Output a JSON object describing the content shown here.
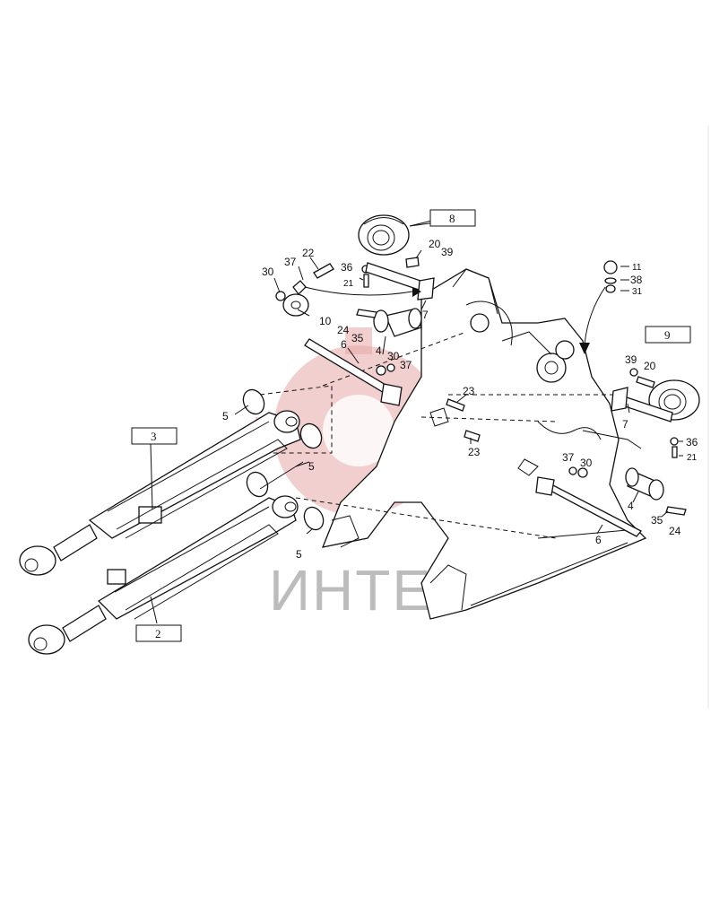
{
  "watermark": {
    "text": "ИНТЕХ",
    "color": "#e8a7a7"
  },
  "boxed_labels": {
    "b8": "8",
    "b9": "9",
    "b3": "3",
    "b2": "2"
  },
  "callouts": {
    "c22": "22",
    "c37a": "37",
    "c36a": "36",
    "c21a": "21",
    "c20a": "20",
    "c39a": "39",
    "c30a": "30",
    "c10": "10",
    "c24a": "24",
    "c35a": "35",
    "c4a": "4",
    "c7a": "7",
    "c6a": "6",
    "c30b": "30",
    "c37b": "37",
    "c5a": "5",
    "c5b": "5",
    "c5c": "5",
    "c23a": "23",
    "c23b": "23",
    "c11": "11",
    "c38": "38",
    "c31": "31",
    "c39b": "39",
    "c20b": "20",
    "c7b": "7",
    "c36b": "36",
    "c21b": "21",
    "c37c": "37",
    "c30c": "30",
    "c4b": "4",
    "c35b": "35",
    "c24b": "24",
    "c6b": "6"
  }
}
